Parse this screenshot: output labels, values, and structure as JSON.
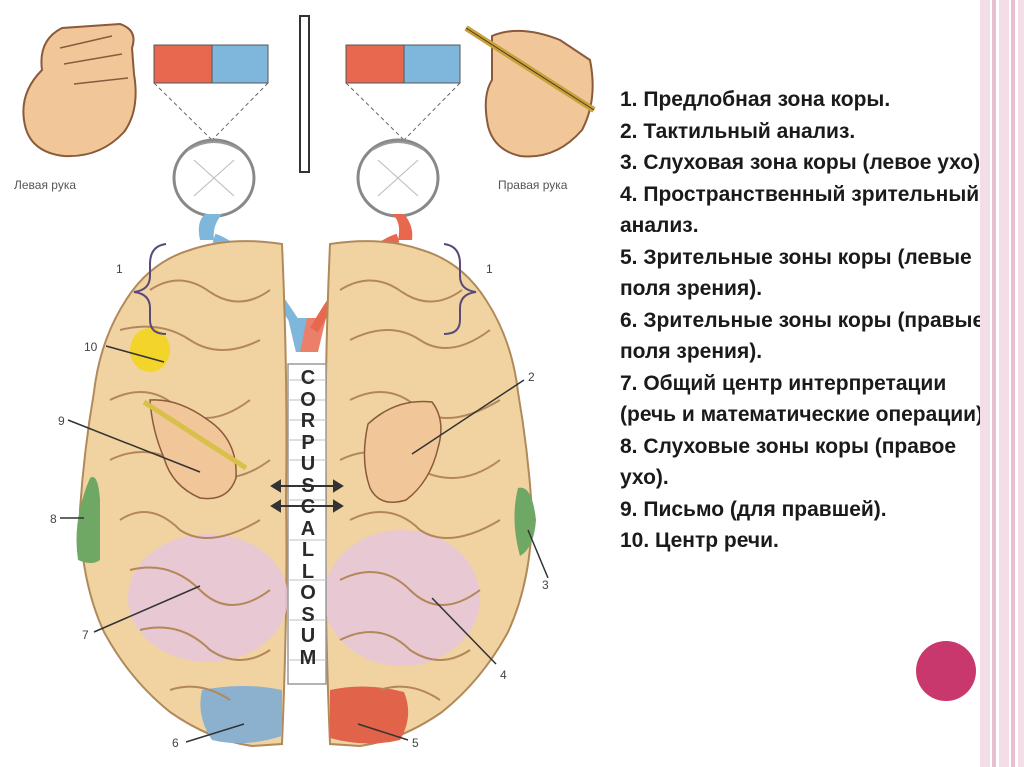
{
  "legend": [
    "1. Предлобная зона коры.",
    "2. Тактильный анализ.",
    "3. Слуховая зона коры (левое ухо).",
    "4. Пространственный зрительный анализ.",
    "5. Зрительные зоны коры (левые поля зрения).",
    "6. Зрительные зоны коры (правые поля зрения).",
    "7. Общий центр интерпретации (речь и математические операции).",
    "8. Слуховые зоны коры (правое ухо).",
    "9. Письмо (для правшей).",
    "10. Центр речи."
  ],
  "figure": {
    "left_hand_caption": "Левая рука",
    "right_hand_caption": "Правая рука",
    "corpus_callosum_letters": [
      "C",
      "O",
      "R",
      "P",
      "U",
      "S",
      "C",
      "A",
      "L",
      "L",
      "O",
      "S",
      "U",
      "M"
    ],
    "callout_numbers": {
      "n1_left": "1",
      "n1_right": "1",
      "n2": "2",
      "n3": "3",
      "n4": "4",
      "n5": "5",
      "n6": "6",
      "n7": "7",
      "n8": "8",
      "n9": "9",
      "n10": "10"
    }
  },
  "colors": {
    "stimulus_red": "#e8684f",
    "stimulus_blue": "#7fb7dc",
    "brain": "#f1d3a2",
    "speech_yellow": "#f2d41e",
    "auditory_green": "#6fa765",
    "interpretation_lilac": "#e5c6dc",
    "visual_blue": "#8cb1cf",
    "visual_red": "#e0634a",
    "accent_dot": "#c8386d"
  }
}
